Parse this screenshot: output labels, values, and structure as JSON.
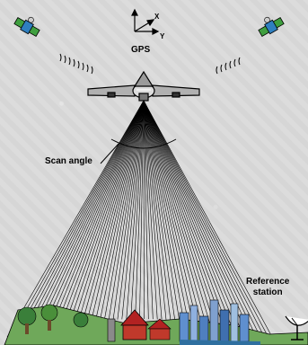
{
  "labels": {
    "gps": "GPS",
    "axis_x": "X",
    "axis_y": "Y",
    "scan_angle": "Scan angle",
    "reference_station_line1": "Reference",
    "reference_station_line2": "station"
  },
  "icons": [
    "satellite-left-icon",
    "satellite-right-icon",
    "airplane-icon",
    "gps-axes-icon",
    "satellite-dish-icon",
    "city-skyline-icon",
    "barn-icon",
    "trees-icon"
  ],
  "colors": {
    "background": "#d9d9d9",
    "beam_lines": "#000000",
    "satellite_body": "#2f7fbf",
    "satellite_panel": "#3f9f3f"
  }
}
